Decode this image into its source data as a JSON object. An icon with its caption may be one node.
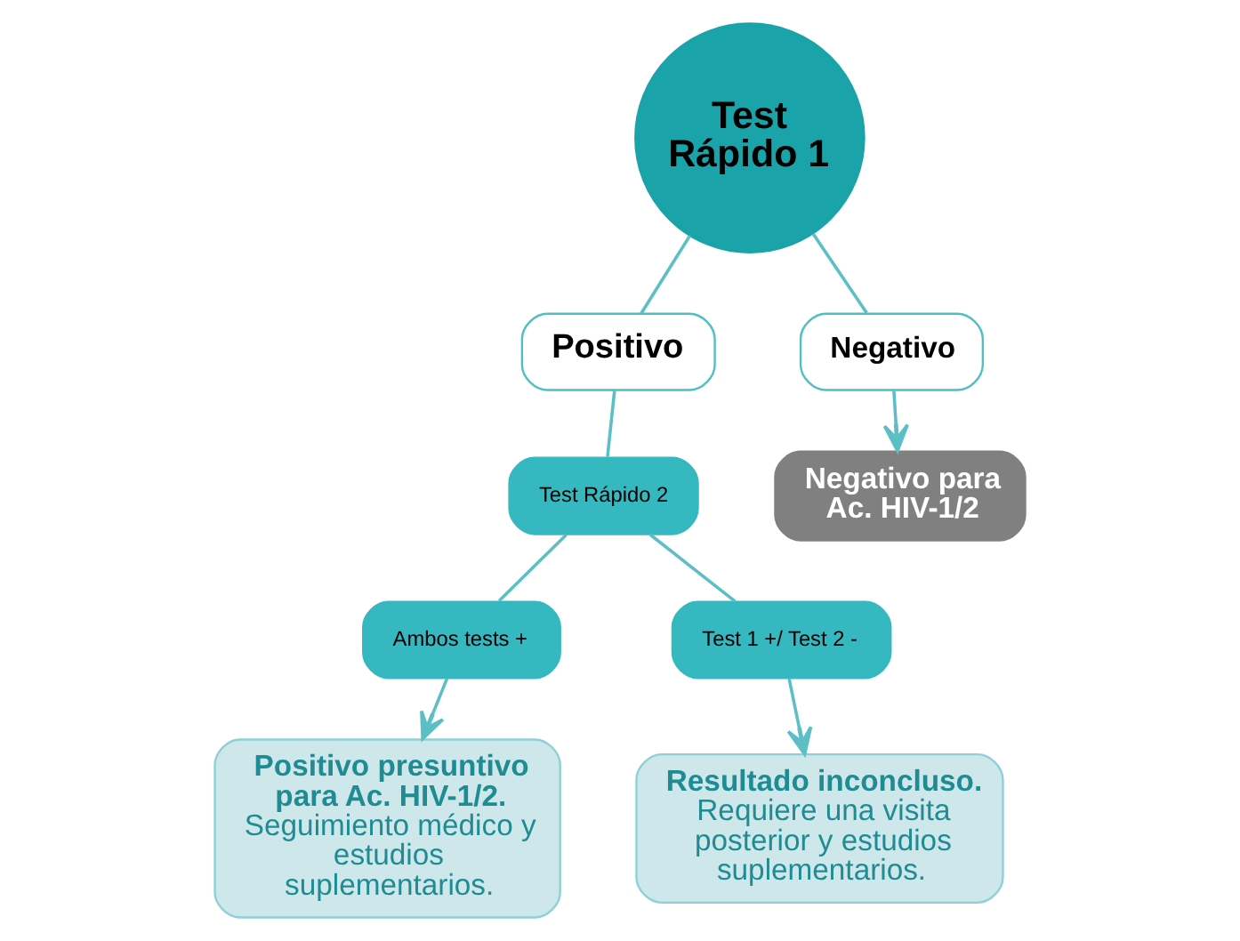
{
  "diagram": {
    "nodes": [
      {
        "text": [
          "Test Rápido 1"
        ]
      },
      {
        "text": [
          "Positivo"
        ]
      },
      {
        "text": [
          "Negativo"
        ]
      },
      {
        "text": [
          "Test Rápido 2"
        ]
      },
      {
        "text": [
          "Ambos tests +"
        ]
      },
      {
        "text": [
          "Test 1 +/ Test 2 -"
        ]
      },
      {
        "text": [
          "Positivo presuntivo para Ac. HIV-1/2.",
          "Seguimiento médico y estudios suplementarios."
        ]
      },
      {
        "text": [
          "Resultado inconcluso.",
          "Requiere una visita posterior y estudios suplementarios."
        ]
      },
      {
        "text": [
          "Negativo para Ac. HIV-1/2"
        ]
      }
    ],
    "edges": [
      {
        "from": 0,
        "to": 1,
        "arrow": "none"
      },
      {
        "from": 0,
        "to": 2,
        "arrow": "none"
      },
      {
        "from": 1,
        "to": 3,
        "arrow": "none"
      },
      {
        "from": 2,
        "to": 8,
        "arrow": "to"
      },
      {
        "from": 3,
        "to": 4,
        "arrow": "none"
      },
      {
        "from": 3,
        "to": 5,
        "arrow": "none"
      },
      {
        "from": 4,
        "to": 6,
        "arrow": "to"
      },
      {
        "from": 5,
        "to": 7,
        "arrow": "to"
      }
    ]
  }
}
